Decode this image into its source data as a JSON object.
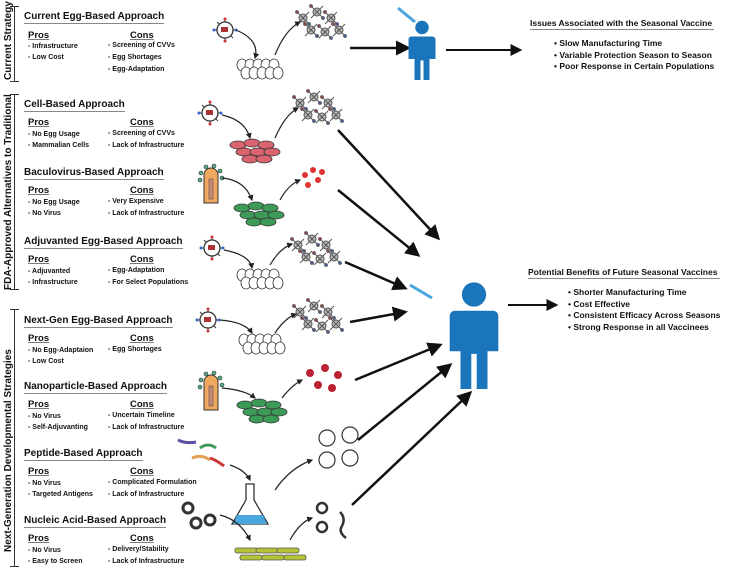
{
  "groups": [
    {
      "label": "Current Strategy"
    },
    {
      "label": "FDA-Approved Alternatives to Traditional"
    },
    {
      "label": "Next-Generation Developmental Strategies"
    }
  ],
  "approaches": [
    {
      "title": "Current Egg-Based Approach",
      "pros_label": "Pros",
      "cons_label": "Cons",
      "pros": [
        "- Infrastructure",
        "- Low Cost"
      ],
      "cons": [
        "- Screening of CVVs",
        "- Egg Shortages",
        "- Egg-Adaptation"
      ]
    },
    {
      "title": "Cell-Based Approach",
      "pros_label": "Pros",
      "cons_label": "Cons",
      "pros": [
        "- No Egg Usage",
        "- Mammalian Cells"
      ],
      "cons": [
        "- Screening of CVVs",
        "- Lack of Infrastructure"
      ]
    },
    {
      "title": "Baculovirus-Based Approach",
      "pros_label": "Pros",
      "cons_label": "Cons",
      "pros": [
        "- No Egg Usage",
        "- No Virus"
      ],
      "cons": [
        "- Very Expensive",
        "- Lack of Infrastructure"
      ]
    },
    {
      "title": "Adjuvanted Egg-Based Approach",
      "pros_label": "Pros",
      "cons_label": "Cons",
      "pros": [
        "- Adjuvanted",
        "- Infrastructure"
      ],
      "cons": [
        "- Egg-Adaptation",
        "- For Select Populations"
      ]
    },
    {
      "title": "Next-Gen Egg-Based Approach",
      "pros_label": "Pros",
      "cons_label": "Cons",
      "pros": [
        "- No Egg-Adaptaion",
        "- Low Cost"
      ],
      "cons": [
        "- Egg Shortages"
      ]
    },
    {
      "title": "Nanoparticle-Based Approach",
      "pros_label": "Pros",
      "cons_label": "Cons",
      "pros": [
        "- No Virus",
        "- Self-Adjuvanting"
      ],
      "cons": [
        "- Uncertain Timeline",
        "- Lack of Infrastructure"
      ]
    },
    {
      "title": "Peptide-Based Approach",
      "pros_label": "Pros",
      "cons_label": "Cons",
      "pros": [
        "- No Virus",
        "- Targeted Antigens"
      ],
      "cons": [
        "- Complicated Formulation",
        "- Lack of Infrastructure"
      ]
    },
    {
      "title": "Nucleic Acid-Based Approach",
      "pros_label": "Pros",
      "cons_label": "Cons",
      "pros": [
        "- No Virus",
        "- Easy to Screen"
      ],
      "cons": [
        "- Delivery/Stability",
        "- Lack of Infrastructure"
      ]
    }
  ],
  "issues": {
    "title": "Issues Associated with the Seasonal Vaccine",
    "items": [
      "• Slow Manufacturing Time",
      "• Variable Protection Season to Season",
      "• Poor Response in Certain Populations"
    ]
  },
  "benefits": {
    "title": "Potential Benefits of Future Seasonal Vaccines",
    "items": [
      "• Shorter Manufacturing Time",
      "• Cost Effective",
      "• Consistent Efficacy Across Seasons",
      "• Strong Response in all Vaccinees"
    ]
  },
  "colors": {
    "person": "#1b75bb",
    "cell_red": "#d9636e",
    "cell_green": "#3b9b57",
    "baculo": "#f0a860",
    "flask": "#4aa6de",
    "rod": "#b5c437"
  }
}
